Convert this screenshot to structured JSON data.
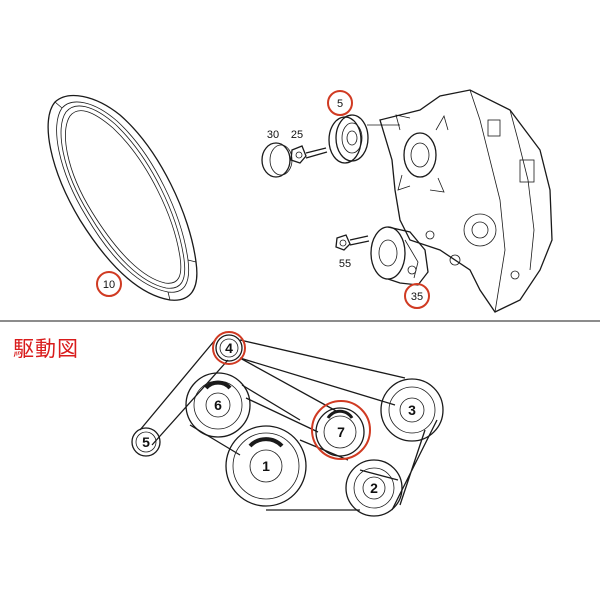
{
  "diagram": {
    "title": "駆動図",
    "parts": {
      "belt": "10",
      "idler_pulley": "5",
      "cap": "30",
      "bolt_small": "25",
      "bolt_tensioner": "55",
      "tensioner": "35"
    },
    "drive_pulleys": [
      "1",
      "2",
      "3",
      "4",
      "5",
      "6",
      "7"
    ],
    "colors": {
      "accent_red": "#d03a22",
      "title_red": "#d91c1c",
      "line": "#1a1a1a"
    }
  }
}
